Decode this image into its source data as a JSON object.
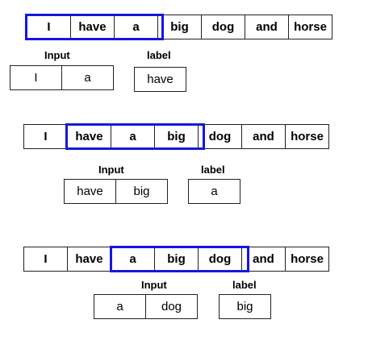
{
  "sentence": [
    "I",
    "have",
    "a",
    "big",
    "dog",
    "and",
    "horse"
  ],
  "input_caption": "Input",
  "label_caption": "label",
  "window_color": "#1616e0",
  "examples": [
    {
      "window_tokens": [
        "I",
        "have",
        "a"
      ],
      "input": [
        "I",
        "a"
      ],
      "label": "have"
    },
    {
      "window_tokens": [
        "have",
        "a",
        "big"
      ],
      "input": [
        "have",
        "big"
      ],
      "label": "a"
    },
    {
      "window_tokens": [
        "a",
        "big",
        "dog"
      ],
      "input": [
        "a",
        "dog"
      ],
      "label": "big"
    }
  ]
}
